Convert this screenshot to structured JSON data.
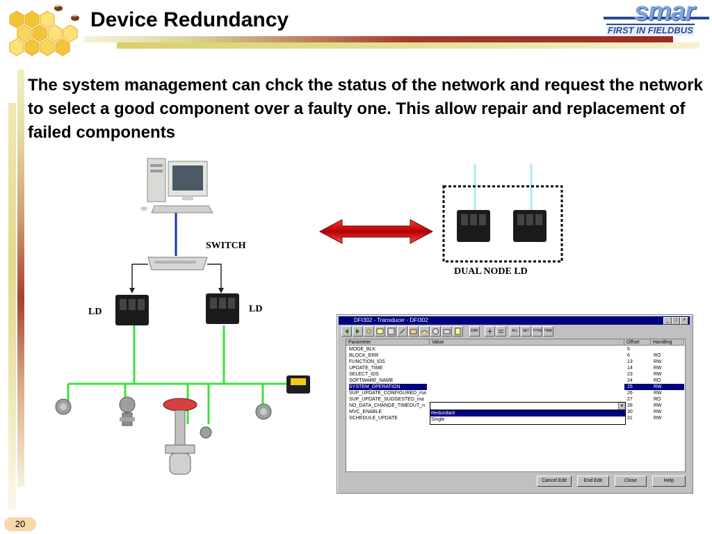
{
  "header": {
    "title": "Device Redundancy",
    "logo_word": "smar",
    "logo_tagline": "FIRST IN FIELDBUS"
  },
  "body_text": "The system management can chck the status of the network and request the network to select a good component over a faulty one. This allow repair and replacement  of failed components",
  "diagram": {
    "switch_label": "SWITCH",
    "ld_left": "LD",
    "ld_right": "LD",
    "dual_node_label": "DUAL NODE LD"
  },
  "page_number": "20",
  "dialog": {
    "title": "DFI302 - Transducer - DFI302",
    "window_buttons": [
      "_",
      "□",
      "×"
    ],
    "columns": [
      "Parameter",
      "Value",
      "Offset",
      "Handling"
    ],
    "rows": [
      {
        "param": "MODE_BLK",
        "offset": "5",
        "handling": ""
      },
      {
        "param": "BLOCK_ERR",
        "offset": "6",
        "handling": "RO"
      },
      {
        "param": "FUNCTION_IDS",
        "offset": "13",
        "handling": "RW"
      },
      {
        "param": "UPDATE_TIME",
        "offset": "14",
        "handling": "RW"
      },
      {
        "param": "SELECT_IDS",
        "offset": "23",
        "handling": "RW"
      },
      {
        "param": "SOFTWARE_NAME",
        "offset": "24",
        "handling": "RO"
      },
      {
        "param": "SYSTEM_OPERATION",
        "offset": "25",
        "handling": "RW"
      },
      {
        "param": "SUP_UPDATE_CONFIGURED_ma",
        "offset": "26",
        "handling": "RW"
      },
      {
        "param": "SUP_UPDATE_SUGGESTED_ma",
        "offset": "27",
        "handling": "RO"
      },
      {
        "param": "NO_DATA_CHANGE_TIMEOUT_n",
        "offset": "28",
        "handling": "RW"
      },
      {
        "param": "MVC_ENABLE",
        "offset": "30",
        "handling": "RW"
      },
      {
        "param": "SCHEDULE_UPDATE",
        "offset": "31",
        "handling": "RW"
      }
    ],
    "dropdown_options": [
      "Redundant",
      "Single"
    ],
    "buttons": {
      "cancel_edit": "Cancel Edit",
      "end_edit": "End Edit",
      "close": "Close",
      "help": "Help"
    },
    "toolbar_texts": [
      "ERR",
      "ALL",
      "SET",
      "TYPE",
      "TIME"
    ]
  },
  "colors": {
    "network_green": "#3ee03e",
    "arrow_red": "#d11a1a",
    "link_blue": "#1a2fb0",
    "dialog_titlebar": "#000080"
  }
}
